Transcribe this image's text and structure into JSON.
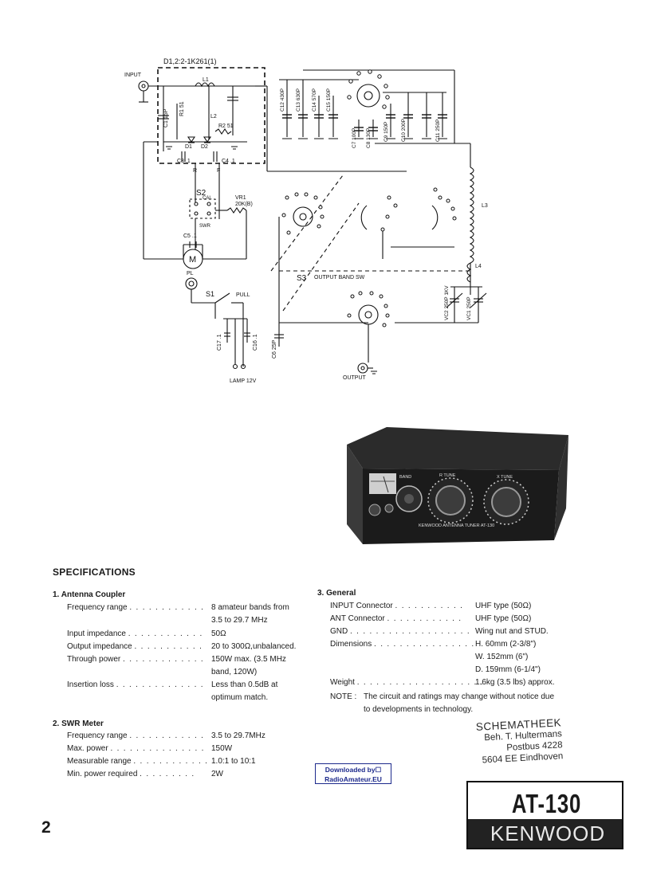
{
  "schematic": {
    "diode_header": "D1,2:2-1K261(1)",
    "input_label": "INPUT",
    "output_label": "OUTPUT",
    "lamp_label": "LAMP 12V",
    "s3_label": "S3",
    "output_band_sw": "OUTPUT BAND SW",
    "s2_label": "S2",
    "s1_label": "S1",
    "pull_label": "PULL",
    "cal_label": "CAL",
    "swr_label": "SWR",
    "vr1_label": "VR1",
    "vr1_value": "20K(B)",
    "meter_label": "M",
    "pl_label": "PL",
    "l1": "L1",
    "l2": "L2",
    "l3": "L3",
    "l4": "L4",
    "r": "R",
    "f": "F",
    "c1": "C1 15P",
    "c3": "C3 .1",
    "c4": "C4 .1",
    "c5": "C5 .1",
    "c6": "C6 25P",
    "c16": "C16 .1",
    "c17": "C17 .1",
    "r1": "R1 51",
    "r2": "R2 51",
    "d1": "D1",
    "d2": "D2",
    "caps_top": [
      "C12 430P",
      "C13 630P",
      "C14 570P",
      "C15 150P",
      "C7 100P",
      "C8 130P",
      "C9 150P",
      "C10 200P",
      "C11 250P"
    ],
    "vc2": "VC2 250P 1KV",
    "vc1": "VC1 250P"
  },
  "photo": {
    "band_label": "BAND",
    "r_tune": "R TUNE",
    "x_tune": "X TUNE",
    "brand_line": "KENWOOD ANTENNA TUNER AT-130"
  },
  "specifications": {
    "title": "SPECIFICATIONS",
    "section1": {
      "heading": "1.  Antenna Coupler",
      "rows": [
        {
          "label": "Frequency range",
          "value": "8 amateur bands from"
        },
        {
          "label": "",
          "value": "3.5 to 29.7 MHz"
        },
        {
          "label": "Input impedance",
          "value": "50Ω"
        },
        {
          "label": "Output impedance",
          "value": "20 to 300Ω,unbalanced."
        },
        {
          "label": "Through power",
          "value": "150W max. (3.5 MHz"
        },
        {
          "label": "",
          "value": "band, 120W)"
        },
        {
          "label": "Insertion loss",
          "value": "Less than 0.5dB at"
        },
        {
          "label": "",
          "value": "optimum match."
        }
      ]
    },
    "section2": {
      "heading": "2.  SWR Meter",
      "rows": [
        {
          "label": "Frequency range",
          "value": "3.5 to 29.7MHz"
        },
        {
          "label": "Max. power",
          "value": "150W"
        },
        {
          "label": "Measurable range",
          "value": "1.0:1 to 10:1"
        },
        {
          "label": "Min. power required",
          "value": "2W"
        }
      ]
    },
    "section3": {
      "heading": "3.  General",
      "rows": [
        {
          "label": "INPUT Connector",
          "value": "UHF type (50Ω)"
        },
        {
          "label": "ANT Connector",
          "value": "UHF type (50Ω)"
        },
        {
          "label": "GND",
          "value": "Wing nut and STUD."
        },
        {
          "label": "Dimensions",
          "value": "H. 60mm (2-3/8\")"
        },
        {
          "label": "",
          "value": "W. 152mm (6\")"
        },
        {
          "label": "",
          "value": "D. 159mm (6-1/4\")"
        },
        {
          "label": "Weight",
          "value": "1.6kg (3.5 lbs) approx."
        }
      ]
    },
    "note_label": "NOTE :",
    "note_line1": "The circuit and ratings may change without notice due",
    "note_line2": "to developments in technology."
  },
  "stamp": {
    "line1": "SCHEMATHEEK",
    "line2": "Beh. T. Hultermans",
    "line3": "Postbus 4228",
    "line4": "5604 EE  Eindhoven"
  },
  "download": {
    "line1": "Downloaded by☐",
    "line2": "RadioAmateur.EU"
  },
  "model": {
    "name": "AT-130",
    "brand": "KENWOOD"
  },
  "page_number": "2"
}
